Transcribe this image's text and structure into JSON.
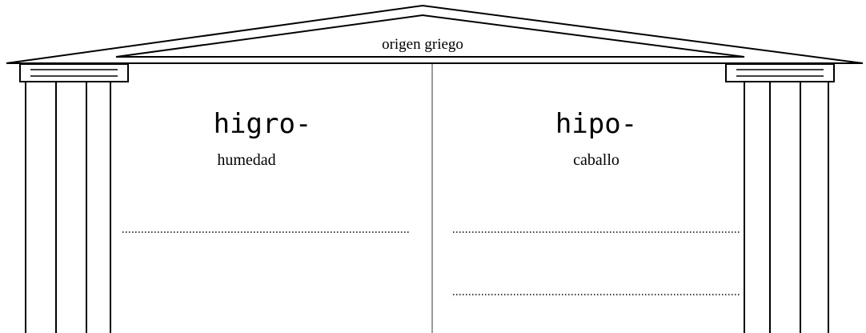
{
  "pediment": {
    "label": "origen griego"
  },
  "columns": [
    {
      "prefix": "higro-",
      "meaning": "humedad",
      "answer_lines": 1
    },
    {
      "prefix": "hipo-",
      "meaning": "caballo",
      "answer_lines": 2
    }
  ],
  "colors": {
    "stroke": "#000000",
    "divider": "#999999",
    "background": "#ffffff"
  }
}
